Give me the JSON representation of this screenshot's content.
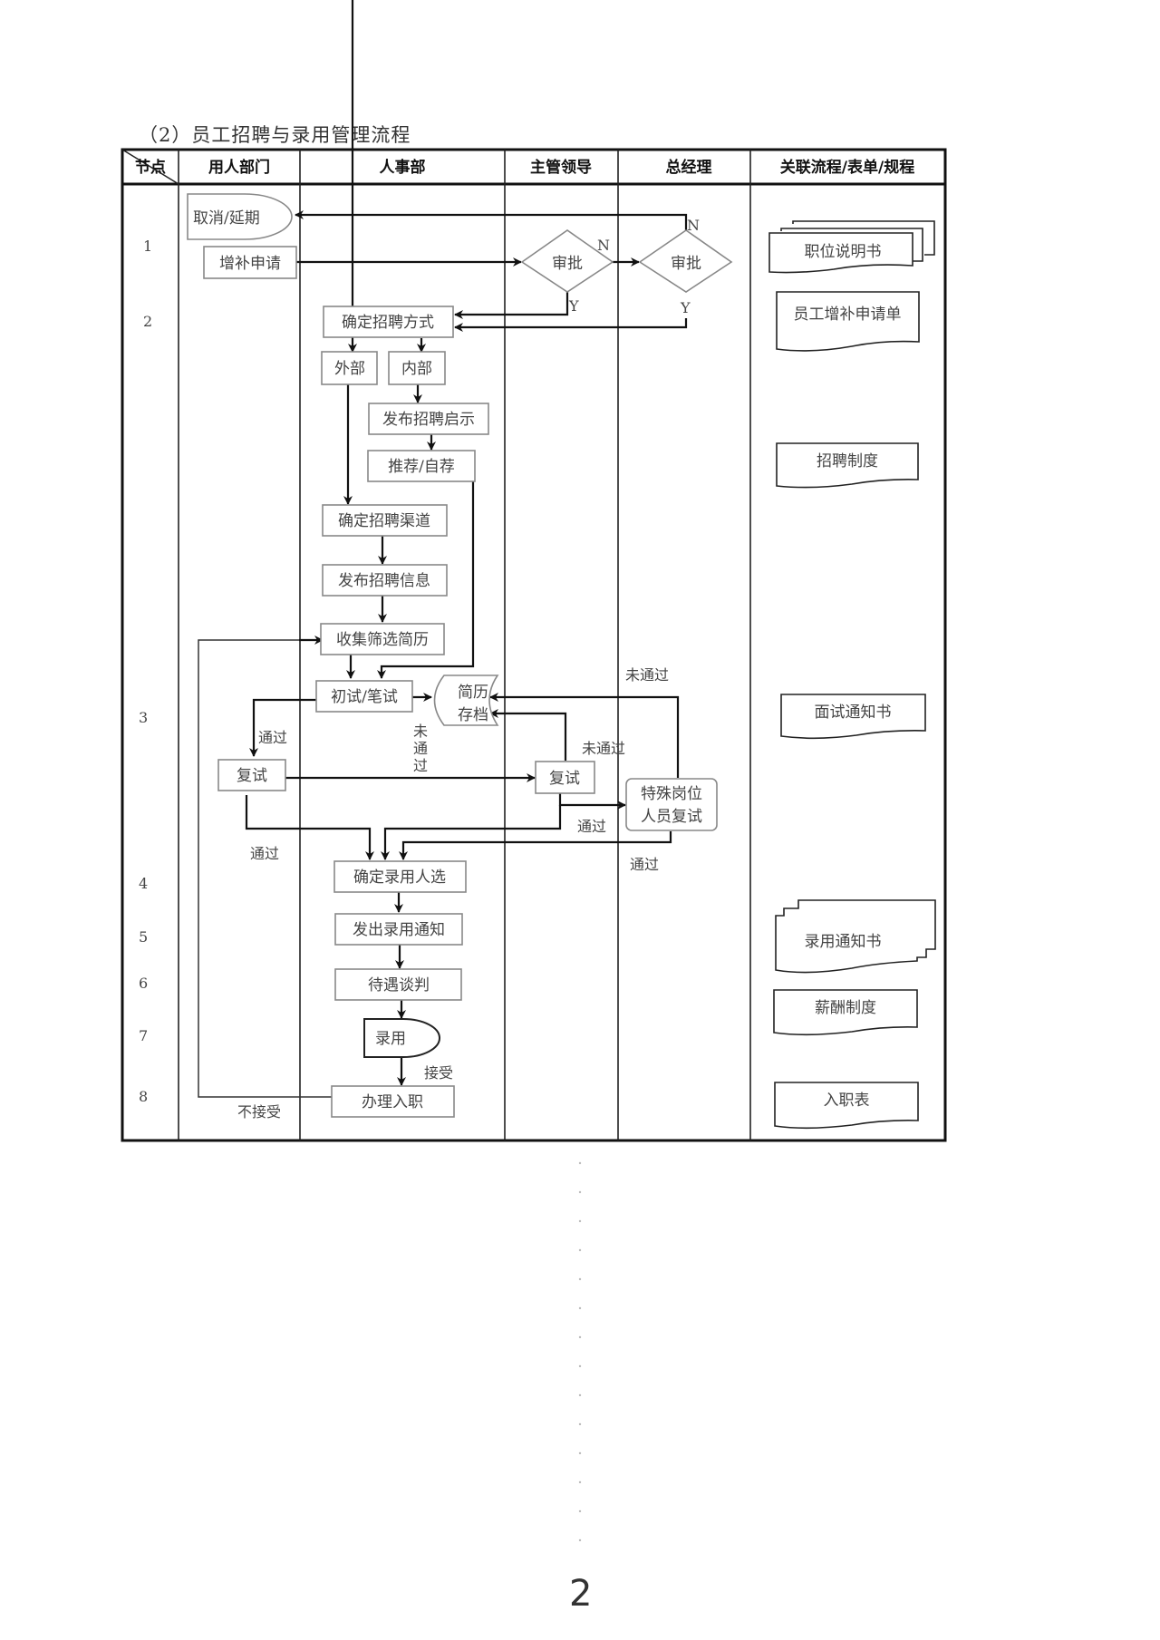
{
  "title": "（2）员工招聘与录用管理流程",
  "table": {
    "columns": [
      "节点",
      "用人部门",
      "人事部",
      "主管领导",
      "总经理",
      "关联流程/表单/规程"
    ],
    "row_numbers": [
      "1",
      "2",
      "3",
      "4",
      "5",
      "6",
      "7",
      "8"
    ]
  },
  "nodes": {
    "cancel_delay": "取消/延期",
    "request": "增补申请",
    "approve_supervisor": "审批",
    "approve_gm": "审批",
    "decide_method": "确定招聘方式",
    "external": "外部",
    "internal": "内部",
    "publish_notice": "发布招聘启示",
    "recommend": "推荐/自荐",
    "decide_channel": "确定招聘渠道",
    "publish_info": "发布招聘信息",
    "collect_resume": "收集筛选简历",
    "first_interview": "初试/笔试",
    "resume_archive_1": "简历",
    "resume_archive_2": "存档",
    "second_interview_dept": "复试",
    "second_interview_supervisor": "复试",
    "special_1": "特殊岗位",
    "special_2": "人员复试",
    "decide_candidate": "确定录用人选",
    "send_offer": "发出录用通知",
    "negotiate": "待遇谈判",
    "hire": "录用",
    "onboard": "办理入职"
  },
  "labels": {
    "n_supervisor": "N",
    "n_gm": "N",
    "y_supervisor": "Y",
    "y_gm": "Y",
    "pass_1": "通过",
    "fail_vertical": [
      "未",
      "通",
      "过"
    ],
    "fail_supervisor": "未通过",
    "fail_special": "未通过",
    "pass_supervisor": "通过",
    "pass_dept": "通过",
    "pass_special": "通过",
    "accept": "接受",
    "not_accept": "不接受"
  },
  "documents": [
    "职位说明书",
    "员工增补申请单",
    "招聘制度",
    "面试通知书",
    "录用通知书",
    "薪酬制度",
    "入职表"
  ],
  "page_number": "2"
}
